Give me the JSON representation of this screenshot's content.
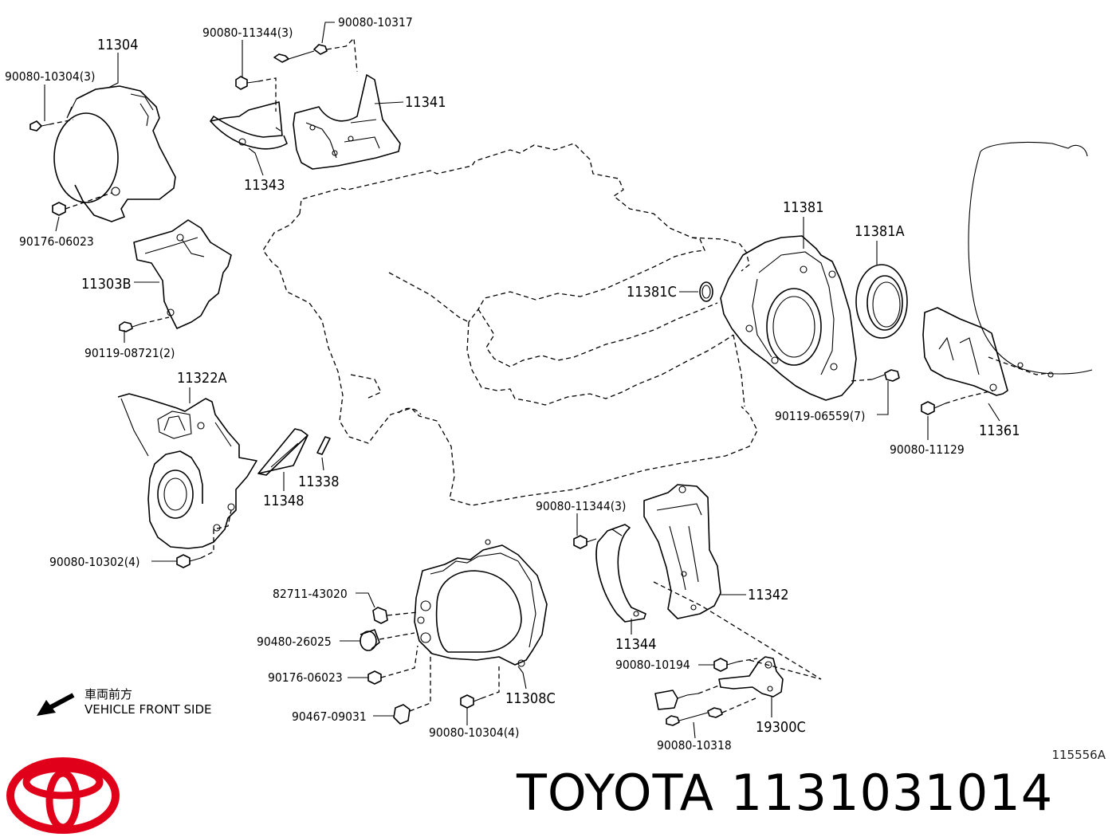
{
  "brand": {
    "name": "TOYOTA",
    "part_number": "1131031014",
    "logo_color": "#e0001a"
  },
  "diagram_code": "115556A",
  "orientation_note": {
    "japanese": "車両前方",
    "english": "VEHICLE FRONT SIDE",
    "icon": "arrow-down-left-icon"
  },
  "labels": {
    "p11304": "11304",
    "p90080_10304_3": "90080-10304(3)",
    "p90176_06023_top": "90176-06023",
    "p90080_11344_3_top": "90080-11344(3)",
    "p90080_10317": "90080-10317",
    "p11341": "11341",
    "p11343": "11343",
    "p11303B": "11303B",
    "p90119_08721_2": "90119-08721(2)",
    "p11322A": "11322A",
    "p11338": "11338",
    "p11348": "11348",
    "p90080_10302_4": "90080-10302(4)",
    "p11381": "11381",
    "p11381A": "11381A",
    "p11381C": "11381C",
    "p90119_06559_7": "90119-06559(7)",
    "p11361": "11361",
    "p90080_11129": "90080-11129",
    "p90080_11344_3_bottom": "90080-11344(3)",
    "p11342": "11342",
    "p11344": "11344",
    "p82711_43020": "82711-43020",
    "p90480_26025": "90480-26025",
    "p90176_06023_bottom": "90176-06023",
    "p90467_09031": "90467-09031",
    "p90080_10304_4": "90080-10304(4)",
    "p11308C": "11308C",
    "p90080_10194": "90080-10194",
    "p19300C": "19300C",
    "p90080_10318": "90080-10318"
  }
}
